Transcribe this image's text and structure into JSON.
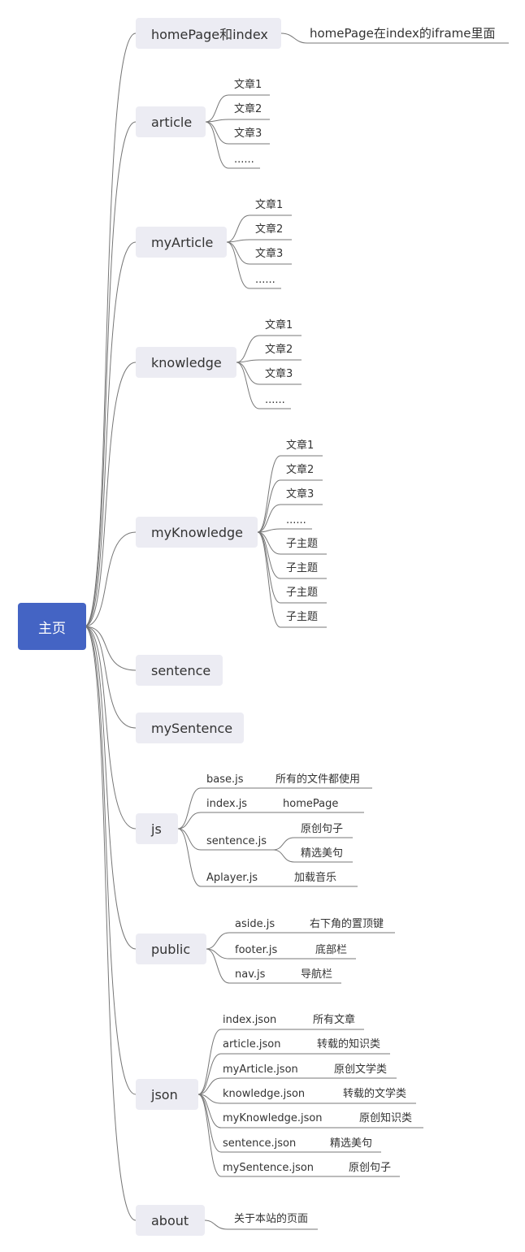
{
  "root": "主页",
  "branches": {
    "homepage": {
      "label": "homePage和index",
      "note": "homePage在index的iframe里面"
    },
    "article": {
      "label": "article",
      "items": [
        "文章1",
        "文章2",
        "文章3",
        "......"
      ]
    },
    "myArticle": {
      "label": "myArticle",
      "items": [
        "文章1",
        "文章2",
        "文章3",
        "......"
      ]
    },
    "knowledge": {
      "label": "knowledge",
      "items": [
        "文章1",
        "文章2",
        "文章3",
        "......"
      ]
    },
    "myKnowledge": {
      "label": "myKnowledge",
      "items": [
        "文章1",
        "文章2",
        "文章3",
        "......",
        "子主题",
        "子主题",
        "子主题",
        "子主题"
      ]
    },
    "sentence": {
      "label": "sentence"
    },
    "mySentence": {
      "label": "mySentence"
    },
    "js": {
      "label": "js",
      "base": {
        "file": "base.js",
        "desc": "所有的文件都使用"
      },
      "index": {
        "file": "index.js",
        "desc": "homePage"
      },
      "sentence": {
        "file": "sentence.js",
        "desc1": "原创句子",
        "desc2": "精选美句"
      },
      "aplayer": {
        "file": "Aplayer.js",
        "desc": "加载音乐"
      }
    },
    "public": {
      "label": "public",
      "items": [
        {
          "file": "aside.js",
          "desc": "右下角的置顶键"
        },
        {
          "file": "footer.js",
          "desc": "底部栏"
        },
        {
          "file": "nav.js",
          "desc": "导航栏"
        }
      ]
    },
    "json": {
      "label": "json",
      "items": [
        {
          "file": "index.json",
          "desc": "所有文章"
        },
        {
          "file": "article.json",
          "desc": "转载的知识类"
        },
        {
          "file": "myArticle.json",
          "desc": "原创文学类"
        },
        {
          "file": "knowledge.json",
          "desc": "转载的文学类"
        },
        {
          "file": "myKnowledge.json",
          "desc": "原创知识类"
        },
        {
          "file": "sentence.json",
          "desc": "精选美句"
        },
        {
          "file": "mySentence.json",
          "desc": "原创句子"
        }
      ]
    },
    "about": {
      "label": "about",
      "note": "关于本站的页面"
    }
  },
  "colors": {
    "root": "#4464c4",
    "node": "#ececf3",
    "line": "#777777",
    "text": "#333333"
  }
}
